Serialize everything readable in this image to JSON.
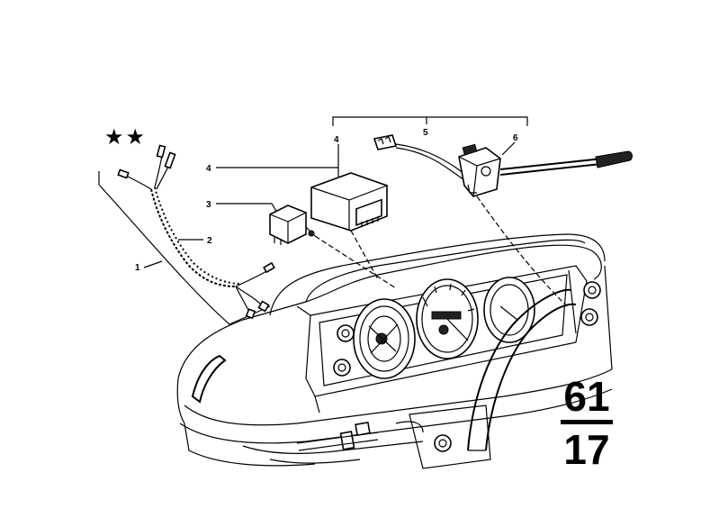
{
  "callouts": {
    "c1": "1",
    "c2": "2",
    "c3": "3",
    "c4": "4",
    "c4b": "4",
    "c5": "5",
    "c6": "6"
  },
  "group_number": {
    "top": "61",
    "bottom": "17"
  },
  "stars": "★★",
  "parts": {
    "p1": "wiring-harness",
    "p2": "cable",
    "p3": "relay",
    "p4": "control-unit",
    "p5": "switch-assembly",
    "p6": "turn-signal-switch"
  }
}
